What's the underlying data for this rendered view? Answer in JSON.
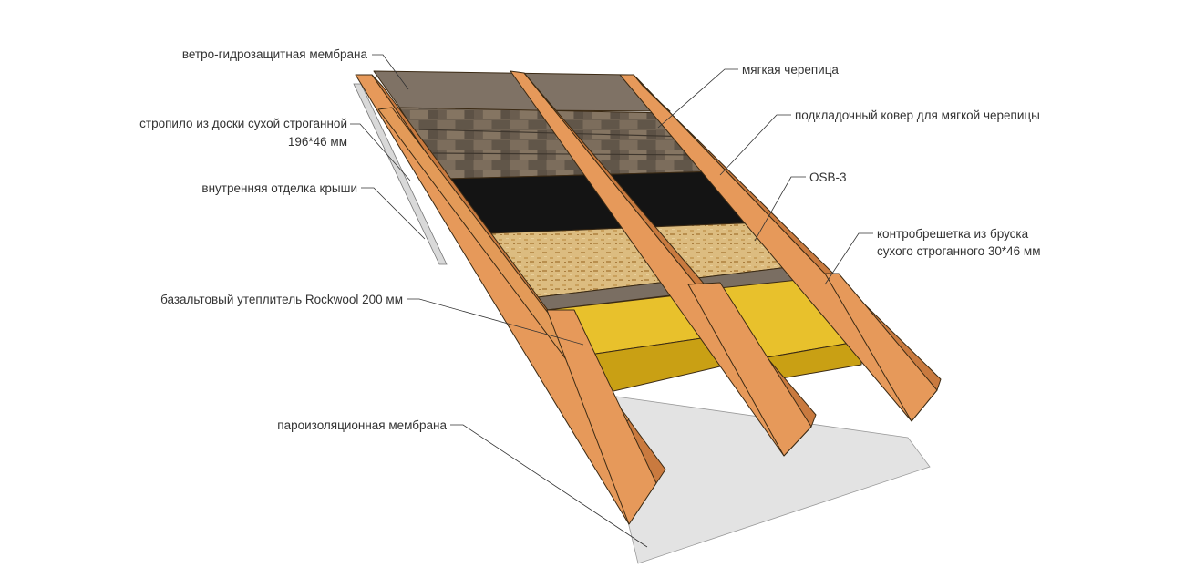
{
  "labels": {
    "wind_membrane": "ветро-гидрозащитная мембрана",
    "rafter_line1": "стропило из доски сухой строганной",
    "rafter_line2": "196*46 мм",
    "interior_finish": "внутренняя отделка крыши",
    "basalt_insulation": "базальтовый утеплитель Rockwool 200 мм",
    "vapor_membrane": "пароизоляционная мембрана",
    "soft_tile": "мягкая черепица",
    "underlay_carpet": "подкладочный ковер для мягкой черепицы",
    "osb": "OSB-3",
    "counter_batten_line1": "контробрешетка из бруска",
    "counter_batten_line2": "сухого строганного 30*46 мм"
  },
  "colors": {
    "rafter": "#e69a5c",
    "rafter_side": "#c97a3f",
    "insulation": "#e9c22b",
    "insulation_dark": "#c9a014",
    "osb": "#d8b77a",
    "underlay": "#151515",
    "shingle": "#6f6152",
    "membrane_wind": "#7f7265",
    "membrane_vapor": "#e4e4e4"
  }
}
